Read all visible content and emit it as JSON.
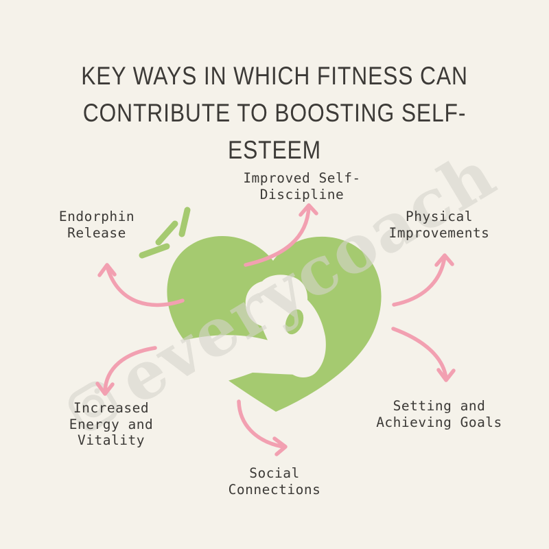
{
  "title": {
    "line1": "KEY WAYS IN WHICH FITNESS CAN",
    "line2": "CONTRIBUTE TO BOOSTING SELF-ESTEEM"
  },
  "center_graphic": {
    "name": "muscle-heart",
    "description": "green heart with white flexed bicep arm cutout and sparkle rays"
  },
  "items": [
    {
      "id": "endorphin",
      "label": "Endorphin Release",
      "lines": [
        "Endorphin",
        "Release"
      ],
      "position": "top-left"
    },
    {
      "id": "discipline",
      "label": "Improved Self-Discipline",
      "lines": [
        "Improved Self-",
        "Discipline"
      ],
      "position": "top-center"
    },
    {
      "id": "physical",
      "label": "Physical Improvements",
      "lines": [
        "Physical",
        "Improvements"
      ],
      "position": "top-right"
    },
    {
      "id": "energy",
      "label": "Increased Energy and Vitality",
      "lines": [
        "Increased",
        "Energy and",
        "Vitality"
      ],
      "position": "bottom-left"
    },
    {
      "id": "social",
      "label": "Social Connections",
      "lines": [
        "Social",
        "Connections"
      ],
      "position": "bottom-center"
    },
    {
      "id": "goals",
      "label": "Setting and Achieving Goals",
      "lines": [
        "Setting and",
        "Achieving Goals"
      ],
      "position": "bottom-right"
    }
  ],
  "connections": [
    {
      "from": "heart",
      "to": "Endorphin Release"
    },
    {
      "from": "heart",
      "to": "Improved Self-Discipline"
    },
    {
      "from": "heart",
      "to": "Physical Improvements"
    },
    {
      "from": "heart",
      "to": "Increased Energy and Vitality"
    },
    {
      "from": "heart",
      "to": "Social Connections"
    },
    {
      "from": "heart",
      "to": "Setting and Achieving Goals"
    }
  ],
  "watermark": {
    "icon": "instagram-icon",
    "text": "everycoach"
  },
  "colors": {
    "background": "#f5f2ea",
    "heart_green": "#a5ca70",
    "arrow_pink": "#f2a0b1",
    "label_text": "#3b3936",
    "title_text": "#3c3a37",
    "watermark": "rgba(214,211,204,0.6)"
  }
}
